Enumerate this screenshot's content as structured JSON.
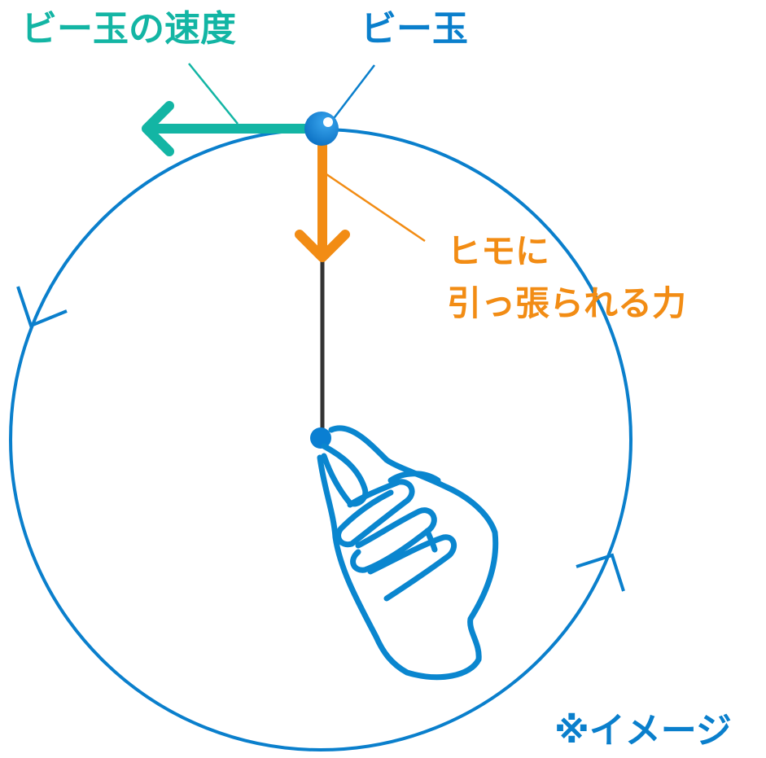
{
  "labels": {
    "velocity": "ビー玉の速度",
    "marble": "ビー玉",
    "force_line1": "ヒモに",
    "force_line2": "引っ張られる力",
    "note": "※イメージ"
  },
  "colors": {
    "circle": "#0a7fcc",
    "velocity": "#13b5a4",
    "marble_label": "#0a7fcc",
    "force": "#f28c14",
    "string": "#333333",
    "marble": "#0b7fd6",
    "hand_outline": "#0a86cf"
  },
  "icons": {
    "marble": "sphere-icon",
    "hand": "hand-icon",
    "direction": "arrowhead-icon"
  }
}
